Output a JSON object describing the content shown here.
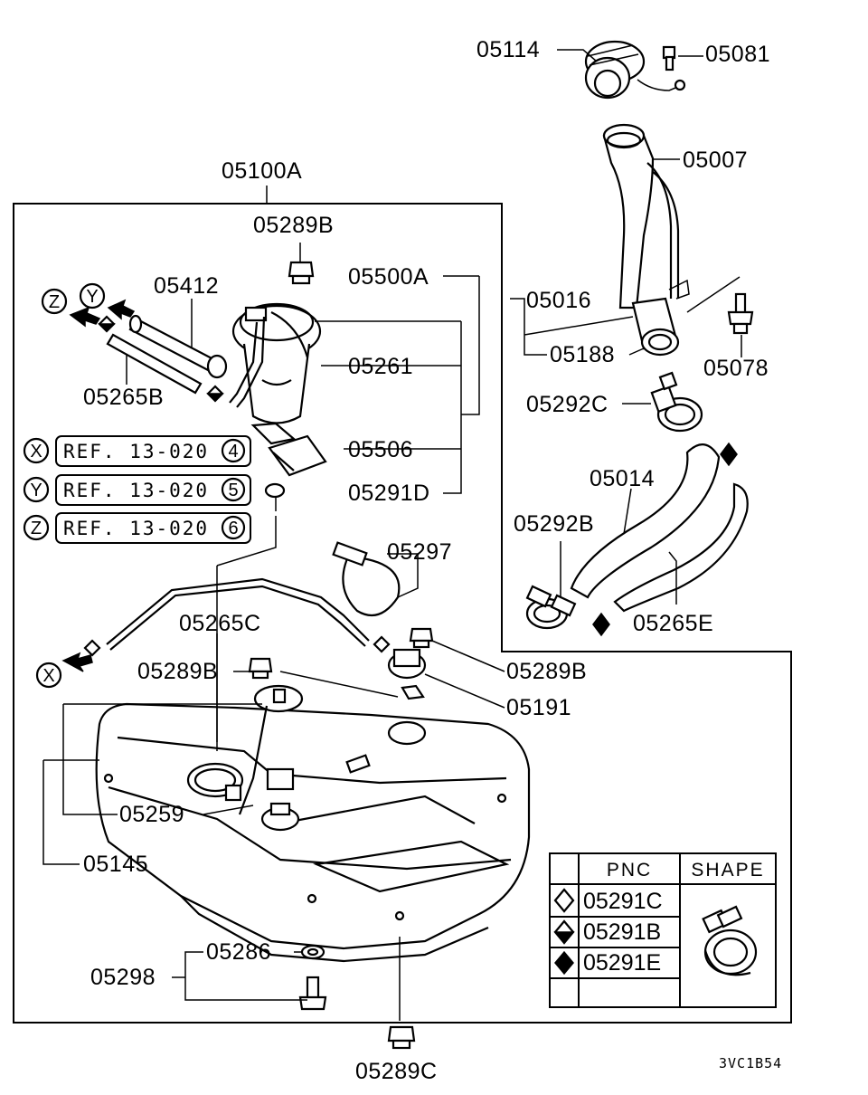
{
  "diagram": {
    "part_labels": {
      "p05114": "05114",
      "p05081": "05081",
      "p05007": "05007",
      "p05100A": "05100A",
      "p05289B_top": "05289B",
      "p05500A": "05500A",
      "p05412": "05412",
      "p05016": "05016",
      "p05188": "05188",
      "p05078": "05078",
      "p05261": "05261",
      "p05265B": "05265B",
      "p05292C": "05292C",
      "p05506": "05506",
      "p05014": "05014",
      "p05291D": "05291D",
      "p05292B": "05292B",
      "p05297": "05297",
      "p05265C": "05265C",
      "p05265E": "05265E",
      "p05289B_mid": "05289B",
      "p05289B_right": "05289B",
      "p05191": "05191",
      "p05259": "05259",
      "p05145": "05145",
      "p05286": "05286",
      "p05298": "05298",
      "p05289C": "05289C"
    },
    "references": [
      {
        "symbol": "X",
        "text": "REF. 13-020",
        "number": "4"
      },
      {
        "symbol": "Y",
        "text": "REF. 13-020",
        "number": "5"
      },
      {
        "symbol": "Z",
        "text": "REF. 13-020",
        "number": "6"
      }
    ],
    "arrow_markers": {
      "z": "Z",
      "y": "Y",
      "x": "X"
    },
    "legend_table": {
      "header_pnc": "PNC",
      "header_shape": "SHAPE",
      "rows": [
        {
          "symbol": "diamond-outline",
          "pnc": "05291C"
        },
        {
          "symbol": "diamond-half",
          "pnc": "05291B"
        },
        {
          "symbol": "diamond-filled",
          "pnc": "05291E"
        }
      ]
    },
    "diagram_code": "3VC1B54"
  }
}
